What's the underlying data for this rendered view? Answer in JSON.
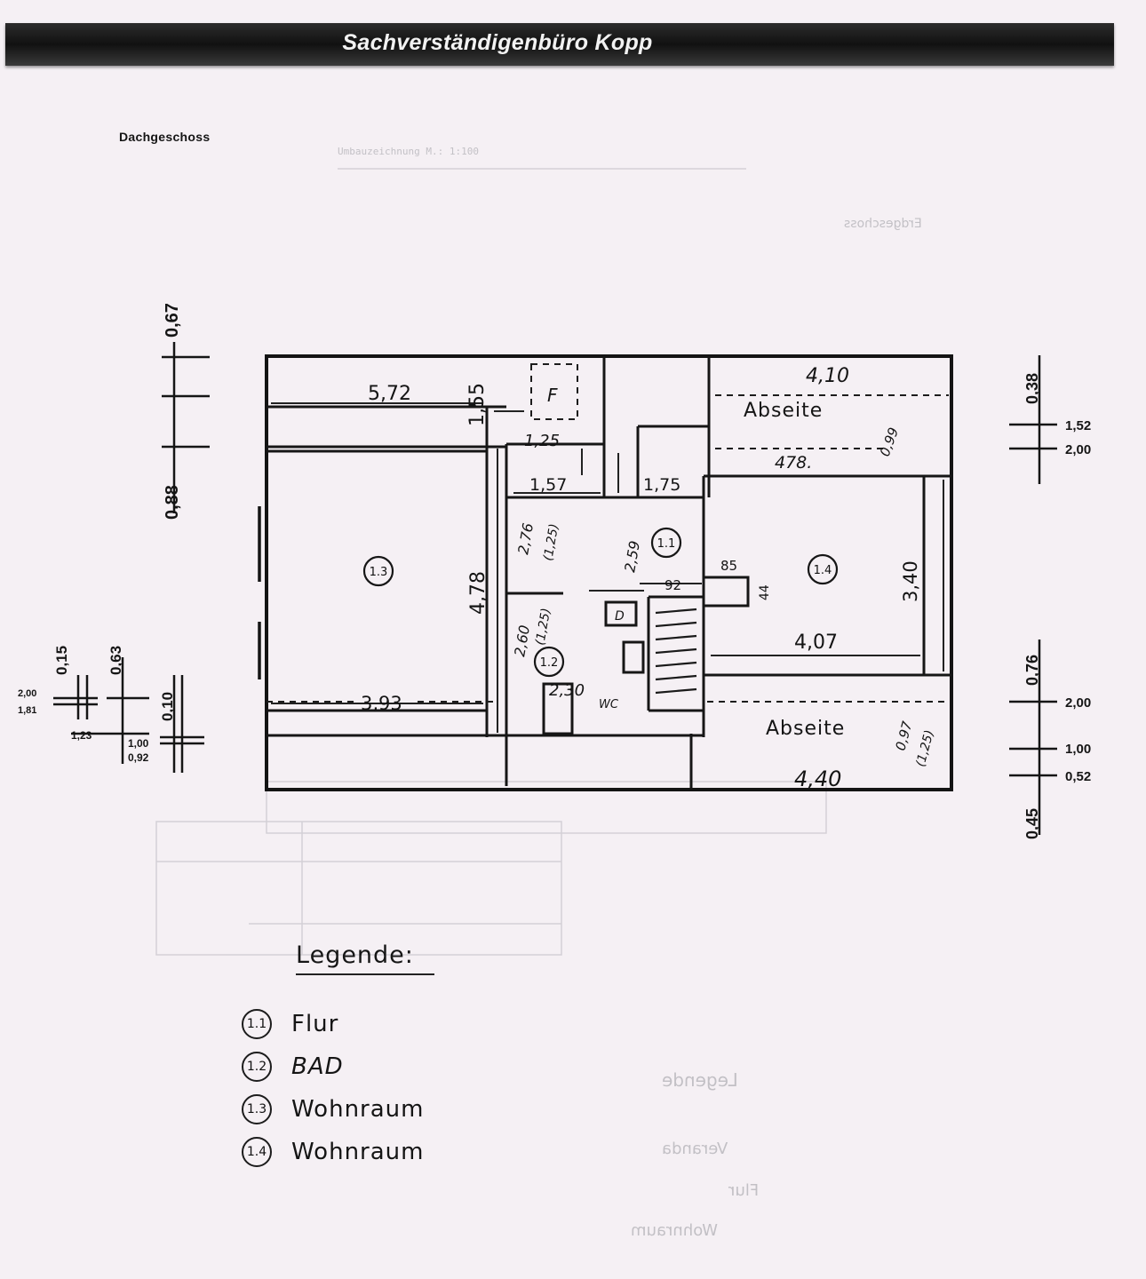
{
  "header": {
    "title": "Sachverständigenbüro Kopp"
  },
  "section_title": "Dachgeschoss",
  "ghost_text": {
    "t1": "Erdgeschoss",
    "t2": "Umbauzeichnung M.: 1:100",
    "t3": "Legende",
    "t4": "Veranda",
    "t5": "Flur",
    "t6": "Wohnraum"
  },
  "plan": {
    "room_labels": {
      "r11": "1.1",
      "r12": "1.2",
      "r13": "1.3",
      "r14": "1.4"
    },
    "abseite_top": "Abseite",
    "abseite_bottom": "Abseite",
    "dims": {
      "d572": "5,72",
      "d155": "1,55",
      "d410": "4,10",
      "d125a": "1,25",
      "d157": "1,57",
      "d175": "1,75",
      "d478b": "478.",
      "d099": "0,99",
      "d276": "2,76",
      "d125b": "(1,25)",
      "d259": "2,59",
      "d478": "4,78",
      "d85": "85",
      "d44": "44",
      "d92": "92",
      "d340": "3,40",
      "d407": "4,07",
      "d260": "2,60",
      "d125c": "(1,25)",
      "d393": "3,93",
      "d230": "2,30",
      "d097": "0,97",
      "d125d": "(1,25)",
      "d440": "4,40",
      "wc": "WC",
      "f": "F",
      "d": "D"
    },
    "left_scale": {
      "s067": "0,67",
      "s088": "0,88",
      "s015": "0,15",
      "s063": "0,63",
      "s010": "0,10",
      "s200": "2,00",
      "s181": "1,81",
      "s123": "1,23",
      "s100": "1,00",
      "s092": "0,92"
    },
    "right_scale": {
      "s038": "0,38",
      "s152": "1,52",
      "s200a": "2,00",
      "s076": "0,76",
      "s200b": "2,00",
      "s100": "1,00",
      "s052": "0,52",
      "s045": "0,45"
    }
  },
  "legend": {
    "title": "Legende:",
    "items": [
      {
        "num": "1.1",
        "label": "Flur"
      },
      {
        "num": "1.2",
        "label": "BAD"
      },
      {
        "num": "1.3",
        "label": "Wohnraum"
      },
      {
        "num": "1.4",
        "label": "Wohnraum"
      }
    ]
  }
}
